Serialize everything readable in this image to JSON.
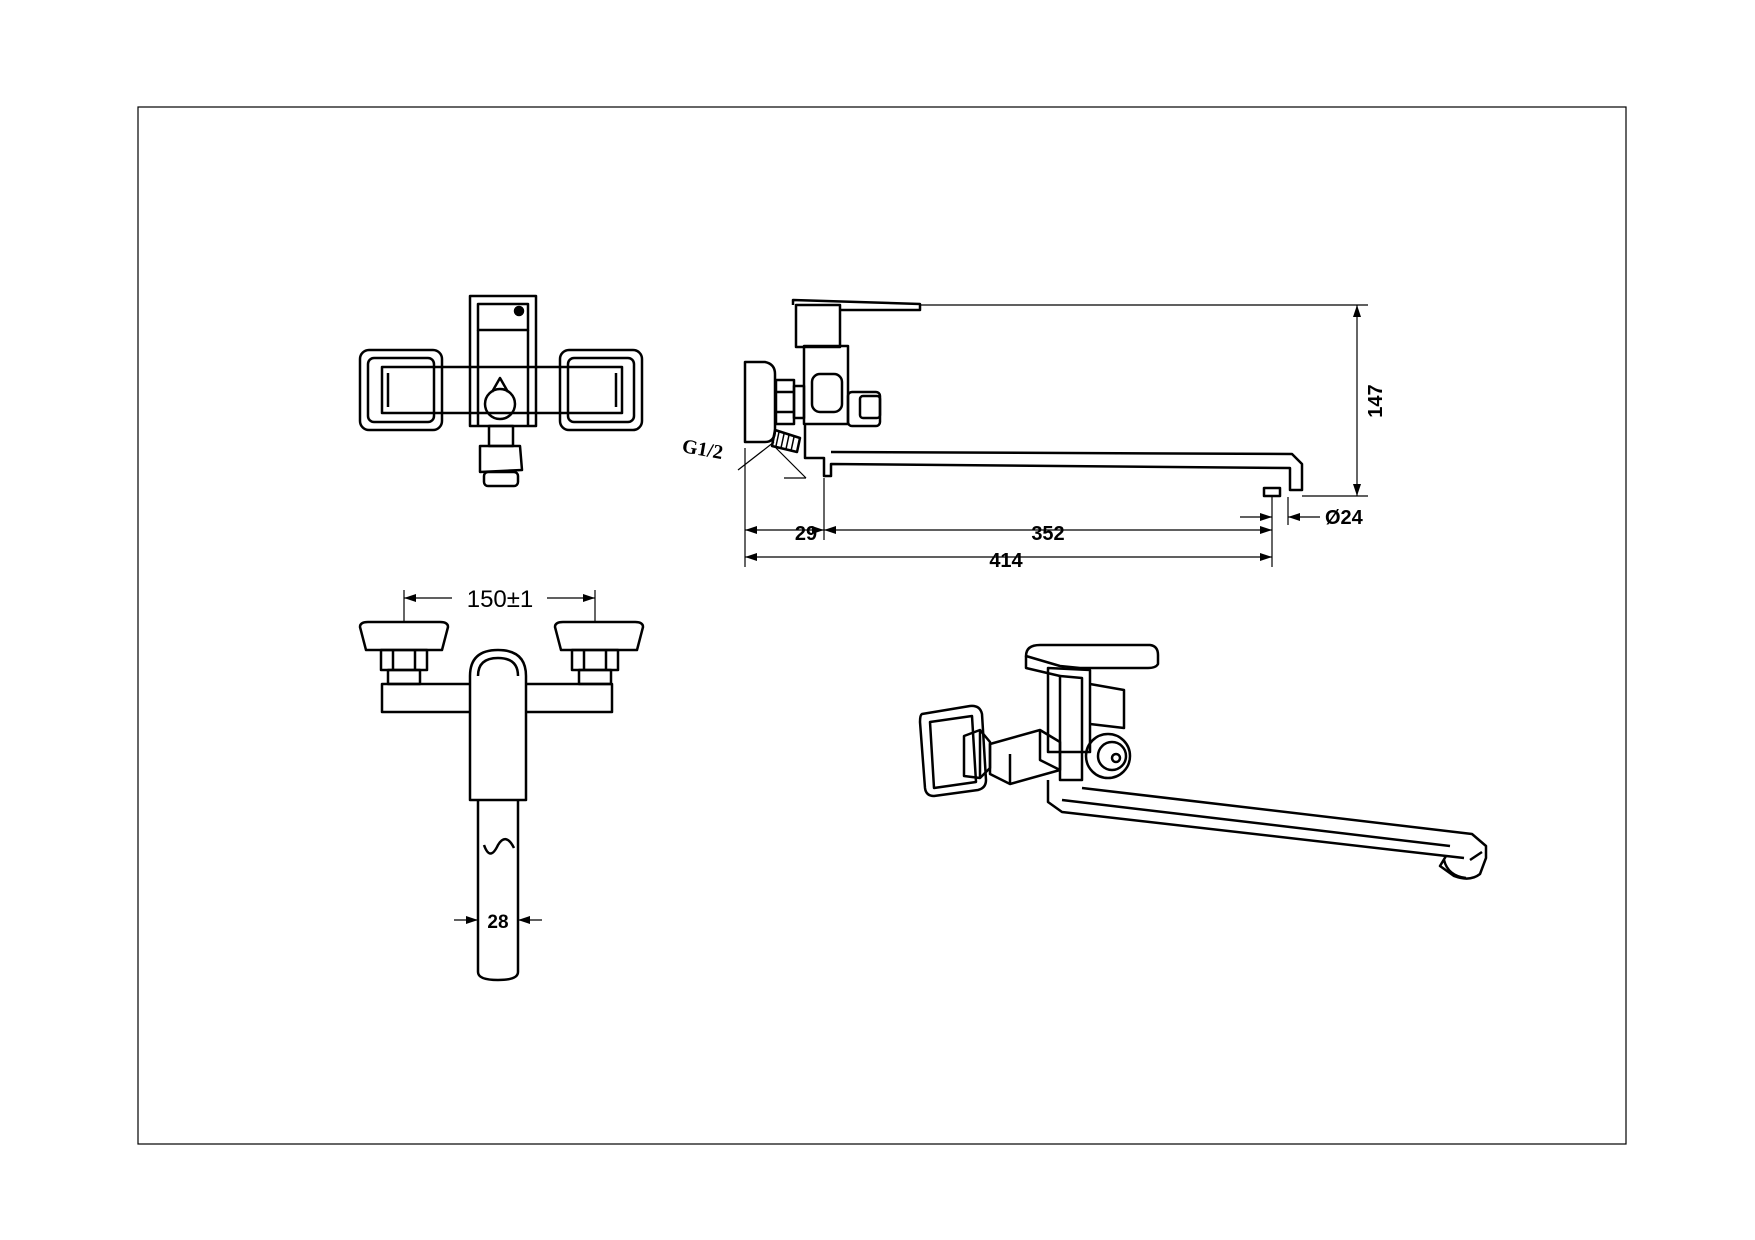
{
  "dimensions": {
    "height": "147",
    "depth_thread": "29",
    "spout_reach": "352",
    "total_reach": "414",
    "outlet_diameter": "Ø24",
    "thread_size": "G1/2",
    "inlet_spacing": "150±1",
    "spout_width": "28"
  },
  "colors": {
    "line": "#000000",
    "background": "#ffffff"
  }
}
